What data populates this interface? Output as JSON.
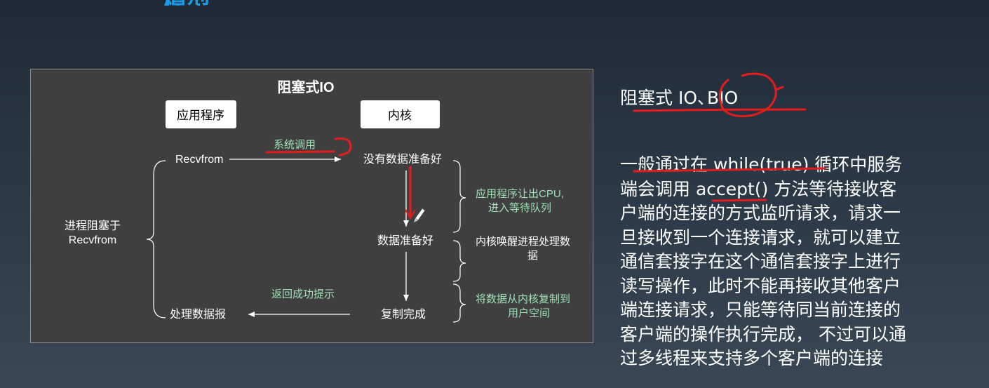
{
  "slide": {
    "heading_fragment": "模型",
    "title_text": "阻塞式 IO",
    "title_sep": "、",
    "title_abbr": "BIO",
    "body_lines": [
      "一般通过在 while(true) 循环中服务",
      "端会调用 accept() 方法等待接收客",
      "户端的连接的方式监听请求，请求一",
      "旦接收到一个连接请求，就可以建立",
      "通信套接字在这个通信套接字上进行",
      "读写操作，此时不能再接收其他客户",
      "端连接请求，只能等待同当前连接的",
      "客户端的操作执行完成， 不过可以通",
      "过多线程来支持多个客户端的连接"
    ]
  },
  "diagram": {
    "title": "阻塞式IO",
    "app_box": "应用程序",
    "kernel_box": "内核",
    "recvfrom": "Recvfrom",
    "syscall": "系统调用",
    "no_data": "没有数据准备好",
    "data_ready": "数据准备好",
    "copy_done": "复制完成",
    "handle": "处理数据报",
    "return_ok": "返回成功提示",
    "blocked_line1": "进程阻塞于",
    "blocked_line2": "Recvfrom",
    "yield_line1": "应用程序让出CPU,",
    "yield_line2": "进入等待队列",
    "wake_line1": "内核唤醒进程处理数",
    "wake_line2": "据",
    "copy_line1": "将数据从内核复制到",
    "copy_line2": "用户空间"
  },
  "colors": {
    "accent_blue": "#1d9be6",
    "annotation_red": "#e51c1c",
    "note_green": "#9fe2b8",
    "panel_gray": "#3f3f3f"
  }
}
